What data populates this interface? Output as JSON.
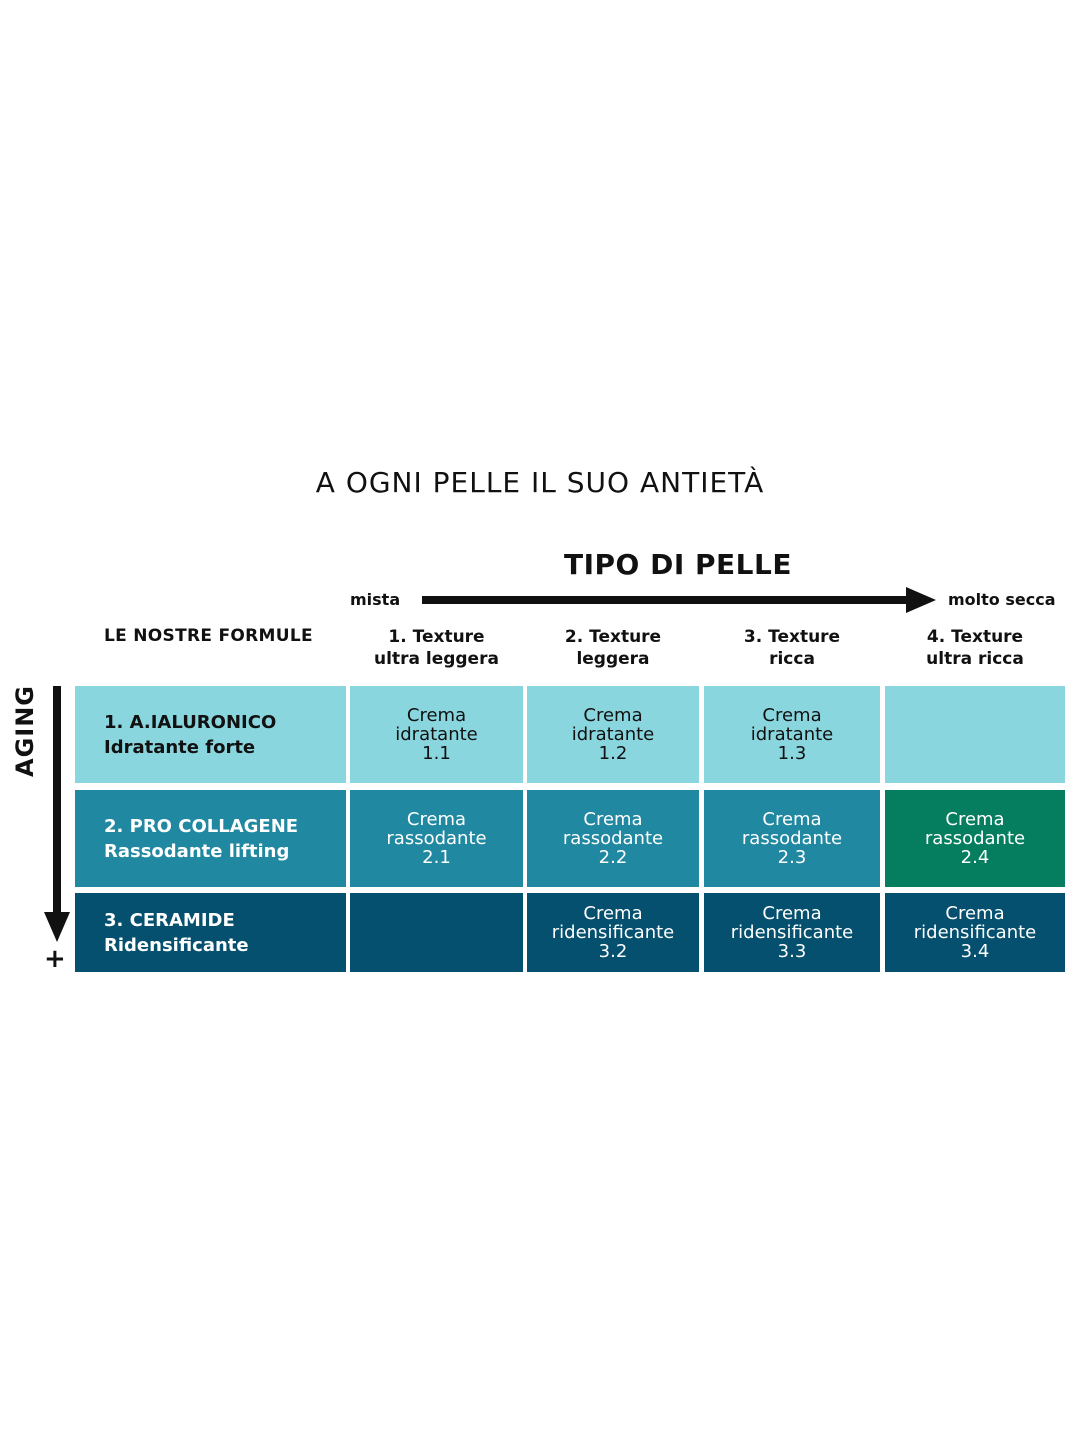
{
  "title": "A OGNI PELLE IL SUO ANTIETÀ",
  "subtitle": "TIPO DI PELLE",
  "axis": {
    "left": "mista",
    "right": "molto secca",
    "vertical": "AGING",
    "vertical_end": "+"
  },
  "formule_header": "LE NOSTRE FORMULE",
  "columns": [
    {
      "line1": "1. Texture",
      "line2": "ultra leggera"
    },
    {
      "line1": "2. Texture",
      "line2": "leggera"
    },
    {
      "line1": "3. Texture",
      "line2": "ricca"
    },
    {
      "line1": "4. Texture",
      "line2": "ultra ricca"
    }
  ],
  "rows": [
    {
      "name": "1. A.IALURONICO",
      "sub": "Idratante forte",
      "cells": [
        {
          "l1": "Crema",
          "l2": "idratante",
          "l3": "1.1"
        },
        {
          "l1": "Crema",
          "l2": "idratante",
          "l3": "1.2"
        },
        {
          "l1": "Crema",
          "l2": "idratante",
          "l3": "1.3"
        },
        {
          "l1": "",
          "l2": "",
          "l3": ""
        }
      ]
    },
    {
      "name": "2. PRO COLLAGENE",
      "sub": "Rassodante lifting",
      "cells": [
        {
          "l1": "Crema",
          "l2": "rassodante",
          "l3": "2.1"
        },
        {
          "l1": "Crema",
          "l2": "rassodante",
          "l3": "2.2"
        },
        {
          "l1": "Crema",
          "l2": "rassodante",
          "l3": "2.3"
        },
        {
          "l1": "Crema",
          "l2": "rassodante",
          "l3": "2.4"
        }
      ]
    },
    {
      "name": "3. CERAMIDE",
      "sub": "Ridensificante",
      "cells": [
        {
          "l1": "",
          "l2": "",
          "l3": ""
        },
        {
          "l1": "Crema",
          "l2": "ridensificante",
          "l3": "3.2"
        },
        {
          "l1": "Crema",
          "l2": "ridensificante",
          "l3": "3.3"
        },
        {
          "l1": "Crema",
          "l2": "ridensificante",
          "l3": "3.4"
        }
      ]
    }
  ],
  "colors": {
    "row1": "#89d6de",
    "row2": "#2088a0",
    "row3": "#04506e",
    "highlight": "#057e5f"
  }
}
